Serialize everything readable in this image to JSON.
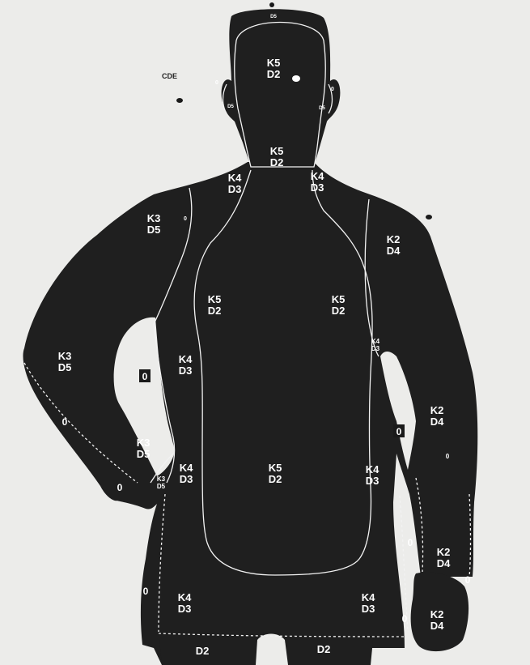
{
  "colors": {
    "paper": "#ececea",
    "silhouette": "#1f1f1f",
    "scoring_line": "#f2f2f2",
    "label": "#ffffff",
    "hole": "#1a1a1a"
  },
  "annotation": "CDE",
  "zones": {
    "head": [
      "K5",
      "D2"
    ],
    "neck": [
      "K5",
      "D2"
    ],
    "left_shoulder": [
      "K4",
      "D3"
    ],
    "right_shoulder": [
      "K4",
      "D3"
    ],
    "left_upper_arm": [
      "K3",
      "D5"
    ],
    "right_upper_arm": [
      "K2",
      "D4"
    ],
    "left_chest": [
      "K5",
      "D2"
    ],
    "right_chest": [
      "K5",
      "D2"
    ],
    "right_side_small": [
      "K4",
      "D3"
    ],
    "left_forearm": [
      "K3",
      "D5"
    ],
    "left_torso_side": [
      "K4",
      "D3"
    ],
    "right_forearm": [
      "K2",
      "D4"
    ],
    "left_wrist": [
      "K3",
      "D5"
    ],
    "left_wrist_small": [
      "K3",
      "D5"
    ],
    "left_hip": [
      "K4",
      "D3"
    ],
    "abdomen": [
      "K5",
      "D2"
    ],
    "right_hip": [
      "K4",
      "D3"
    ],
    "right_wrist": [
      "K2",
      "D4"
    ],
    "left_thigh": [
      "K4",
      "D3"
    ],
    "right_thigh": [
      "K4",
      "D3"
    ],
    "right_hand": [
      "K2",
      "D4"
    ],
    "left_leg": [
      "D2"
    ],
    "right_leg": [
      "D2"
    ]
  },
  "head_small_labels": [
    "D5",
    "D5",
    "D5"
  ],
  "zeros": [
    "0",
    "0",
    "0",
    "0",
    "0",
    "0",
    "0",
    "0",
    "0",
    "0",
    "0"
  ]
}
